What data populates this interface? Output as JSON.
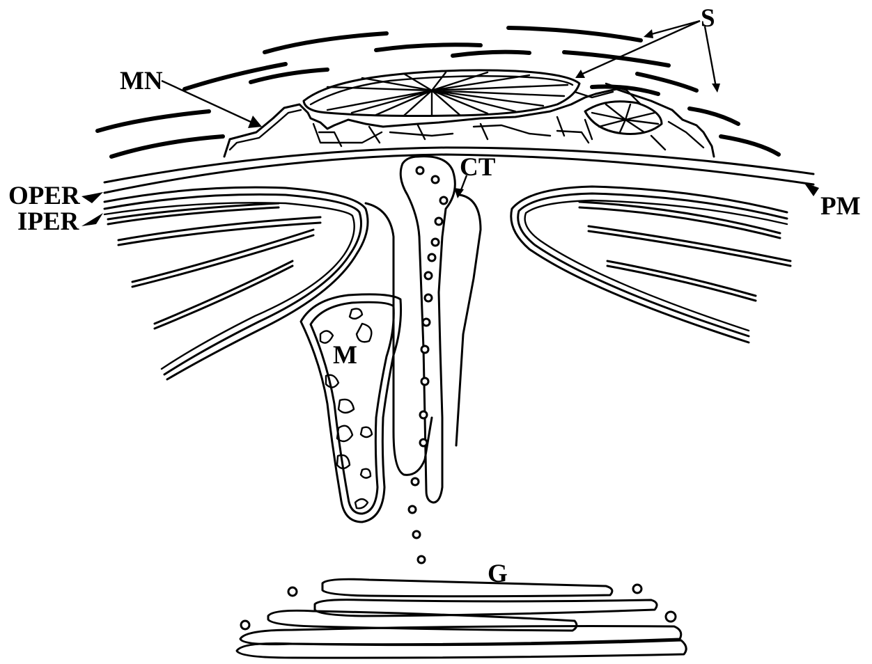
{
  "diagram": {
    "labels": {
      "s": "S",
      "mn": "MN",
      "ct": "CT",
      "oper": "OPER",
      "iper": "IPER",
      "pm": "PM",
      "m": "M",
      "g": "G"
    },
    "colors": {
      "line": "#000000",
      "background": "#ffffff"
    }
  }
}
